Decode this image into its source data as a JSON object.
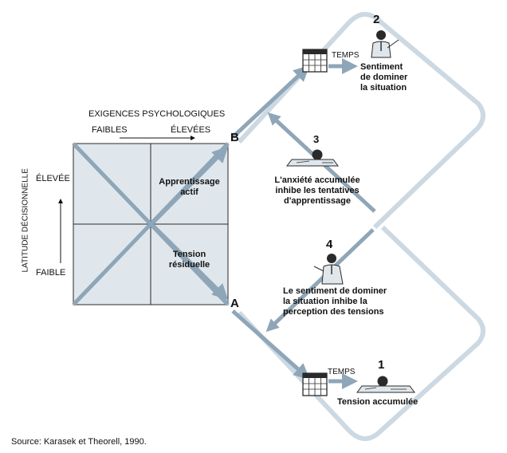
{
  "figure": {
    "axis_x_title": "EXIGENCES PSYCHOLOGIQUES",
    "axis_x_low": "FAIBLES",
    "axis_x_high": "ÉLEVÉES",
    "axis_y_title": "LATITUDE DÉCISIONNELLE",
    "axis_y_high": "ÉLEVÉE",
    "axis_y_low": "FAIBLE",
    "quadrant_top_right": [
      "Apprentissage",
      "actif"
    ],
    "quadrant_bottom_right": [
      "Tension",
      "résiduelle"
    ],
    "point_b": "B",
    "point_a": "A",
    "stage_1": {
      "number": "1",
      "time_label": "TEMPS",
      "caption": "Tension accumulée"
    },
    "stage_2": {
      "number": "2",
      "time_label": "TEMPS",
      "caption": [
        "Sentiment",
        "de dominer",
        "la situation"
      ]
    },
    "stage_3": {
      "number": "3",
      "caption": [
        "L'anxiété accumulée",
        "inhibe les tentatives",
        "d'apprentissage"
      ]
    },
    "stage_4": {
      "number": "4",
      "caption": [
        "Le sentiment de dominer",
        "la situation inhibe la",
        "perception des tensions"
      ]
    },
    "source": "Source: Karasek et Theorell, 1990."
  },
  "colors": {
    "band": "#cdd9e2",
    "arrow": "#8fa6b8",
    "quadrant_fill": "#dfe7ec",
    "line": "#2a2a2a"
  }
}
